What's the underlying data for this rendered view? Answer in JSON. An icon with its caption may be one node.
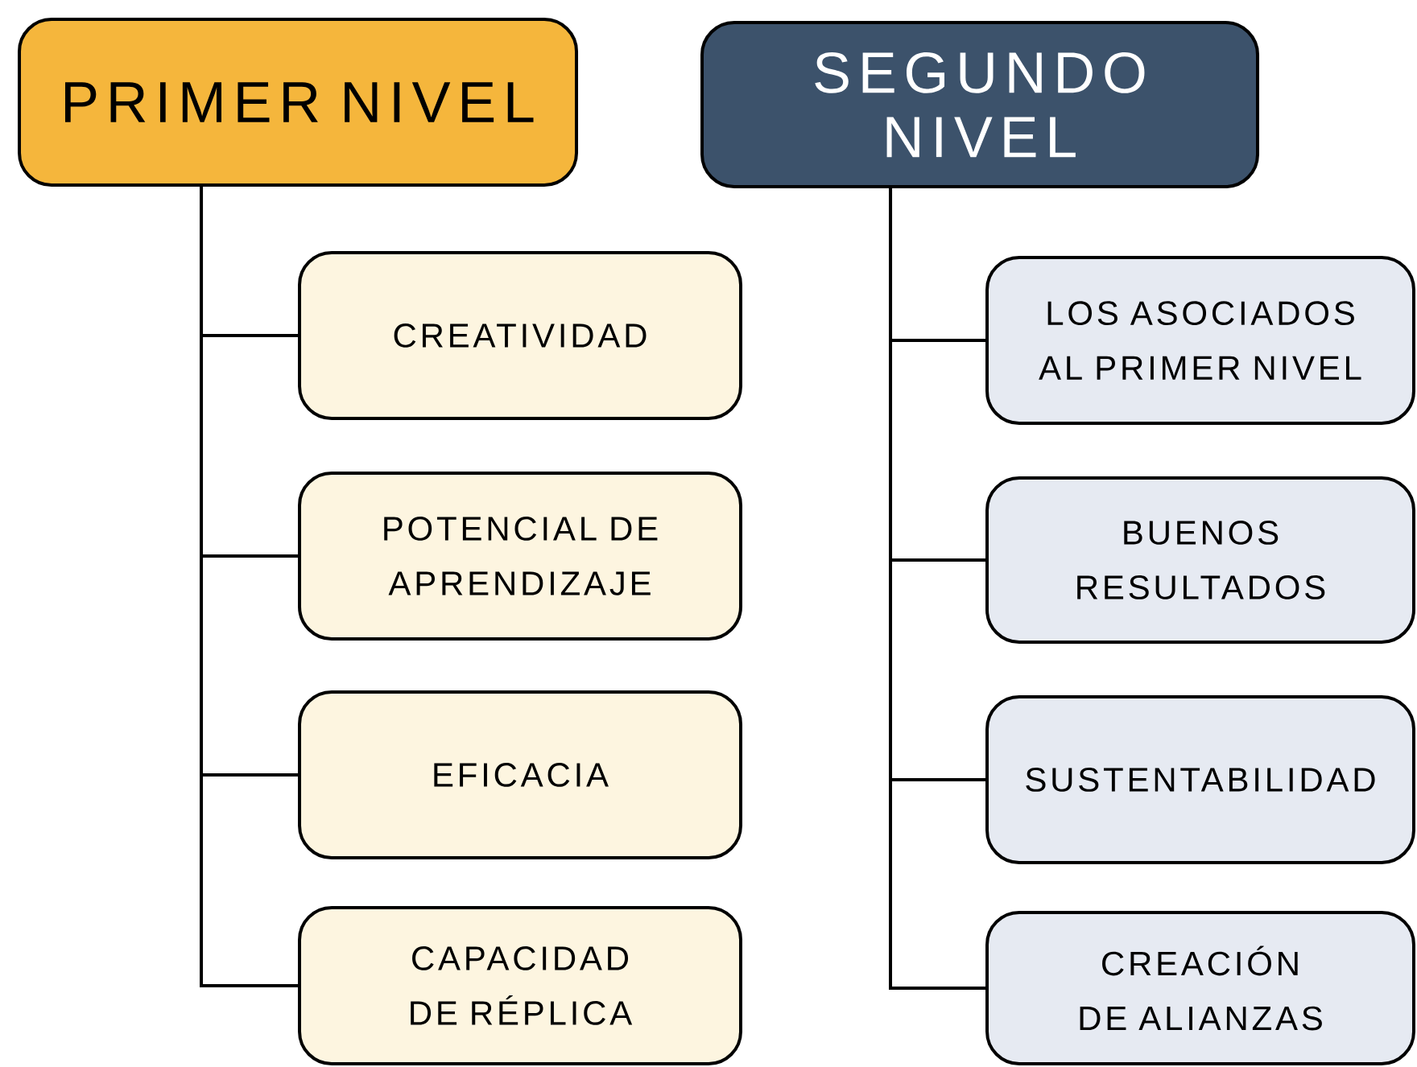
{
  "diagram": {
    "nodes": [
      {
        "text": [
          "PRIMER NIVEL"
        ]
      },
      {
        "text": [
          "SEGUNDO NIVEL"
        ]
      },
      {
        "text": [
          "CREATIVIDAD"
        ]
      },
      {
        "text": [
          "POTENCIAL DE APRENDIZAJE"
        ]
      },
      {
        "text": [
          "EFICACIA"
        ]
      },
      {
        "text": [
          "CAPACIDAD DE RÉPLICA"
        ]
      },
      {
        "text": [
          "LOS ASOCIADOS AL PRIMER NIVEL"
        ]
      },
      {
        "text": [
          "BUENOS RESULTADOS"
        ]
      },
      {
        "text": [
          "SUSTENTABILIDAD"
        ]
      },
      {
        "text": [
          "CREACIÓN DE ALIANZAS"
        ]
      }
    ],
    "edges": [
      {
        "from": 0,
        "to": 2,
        "arrow": "none"
      },
      {
        "from": 0,
        "to": 3,
        "arrow": "none"
      },
      {
        "from": 0,
        "to": 4,
        "arrow": "none"
      },
      {
        "from": 0,
        "to": 5,
        "arrow": "none"
      },
      {
        "from": 1,
        "to": 6,
        "arrow": "none"
      },
      {
        "from": 1,
        "to": 7,
        "arrow": "none"
      },
      {
        "from": 1,
        "to": 8,
        "arrow": "none"
      },
      {
        "from": 1,
        "to": 9,
        "arrow": "none"
      }
    ]
  }
}
